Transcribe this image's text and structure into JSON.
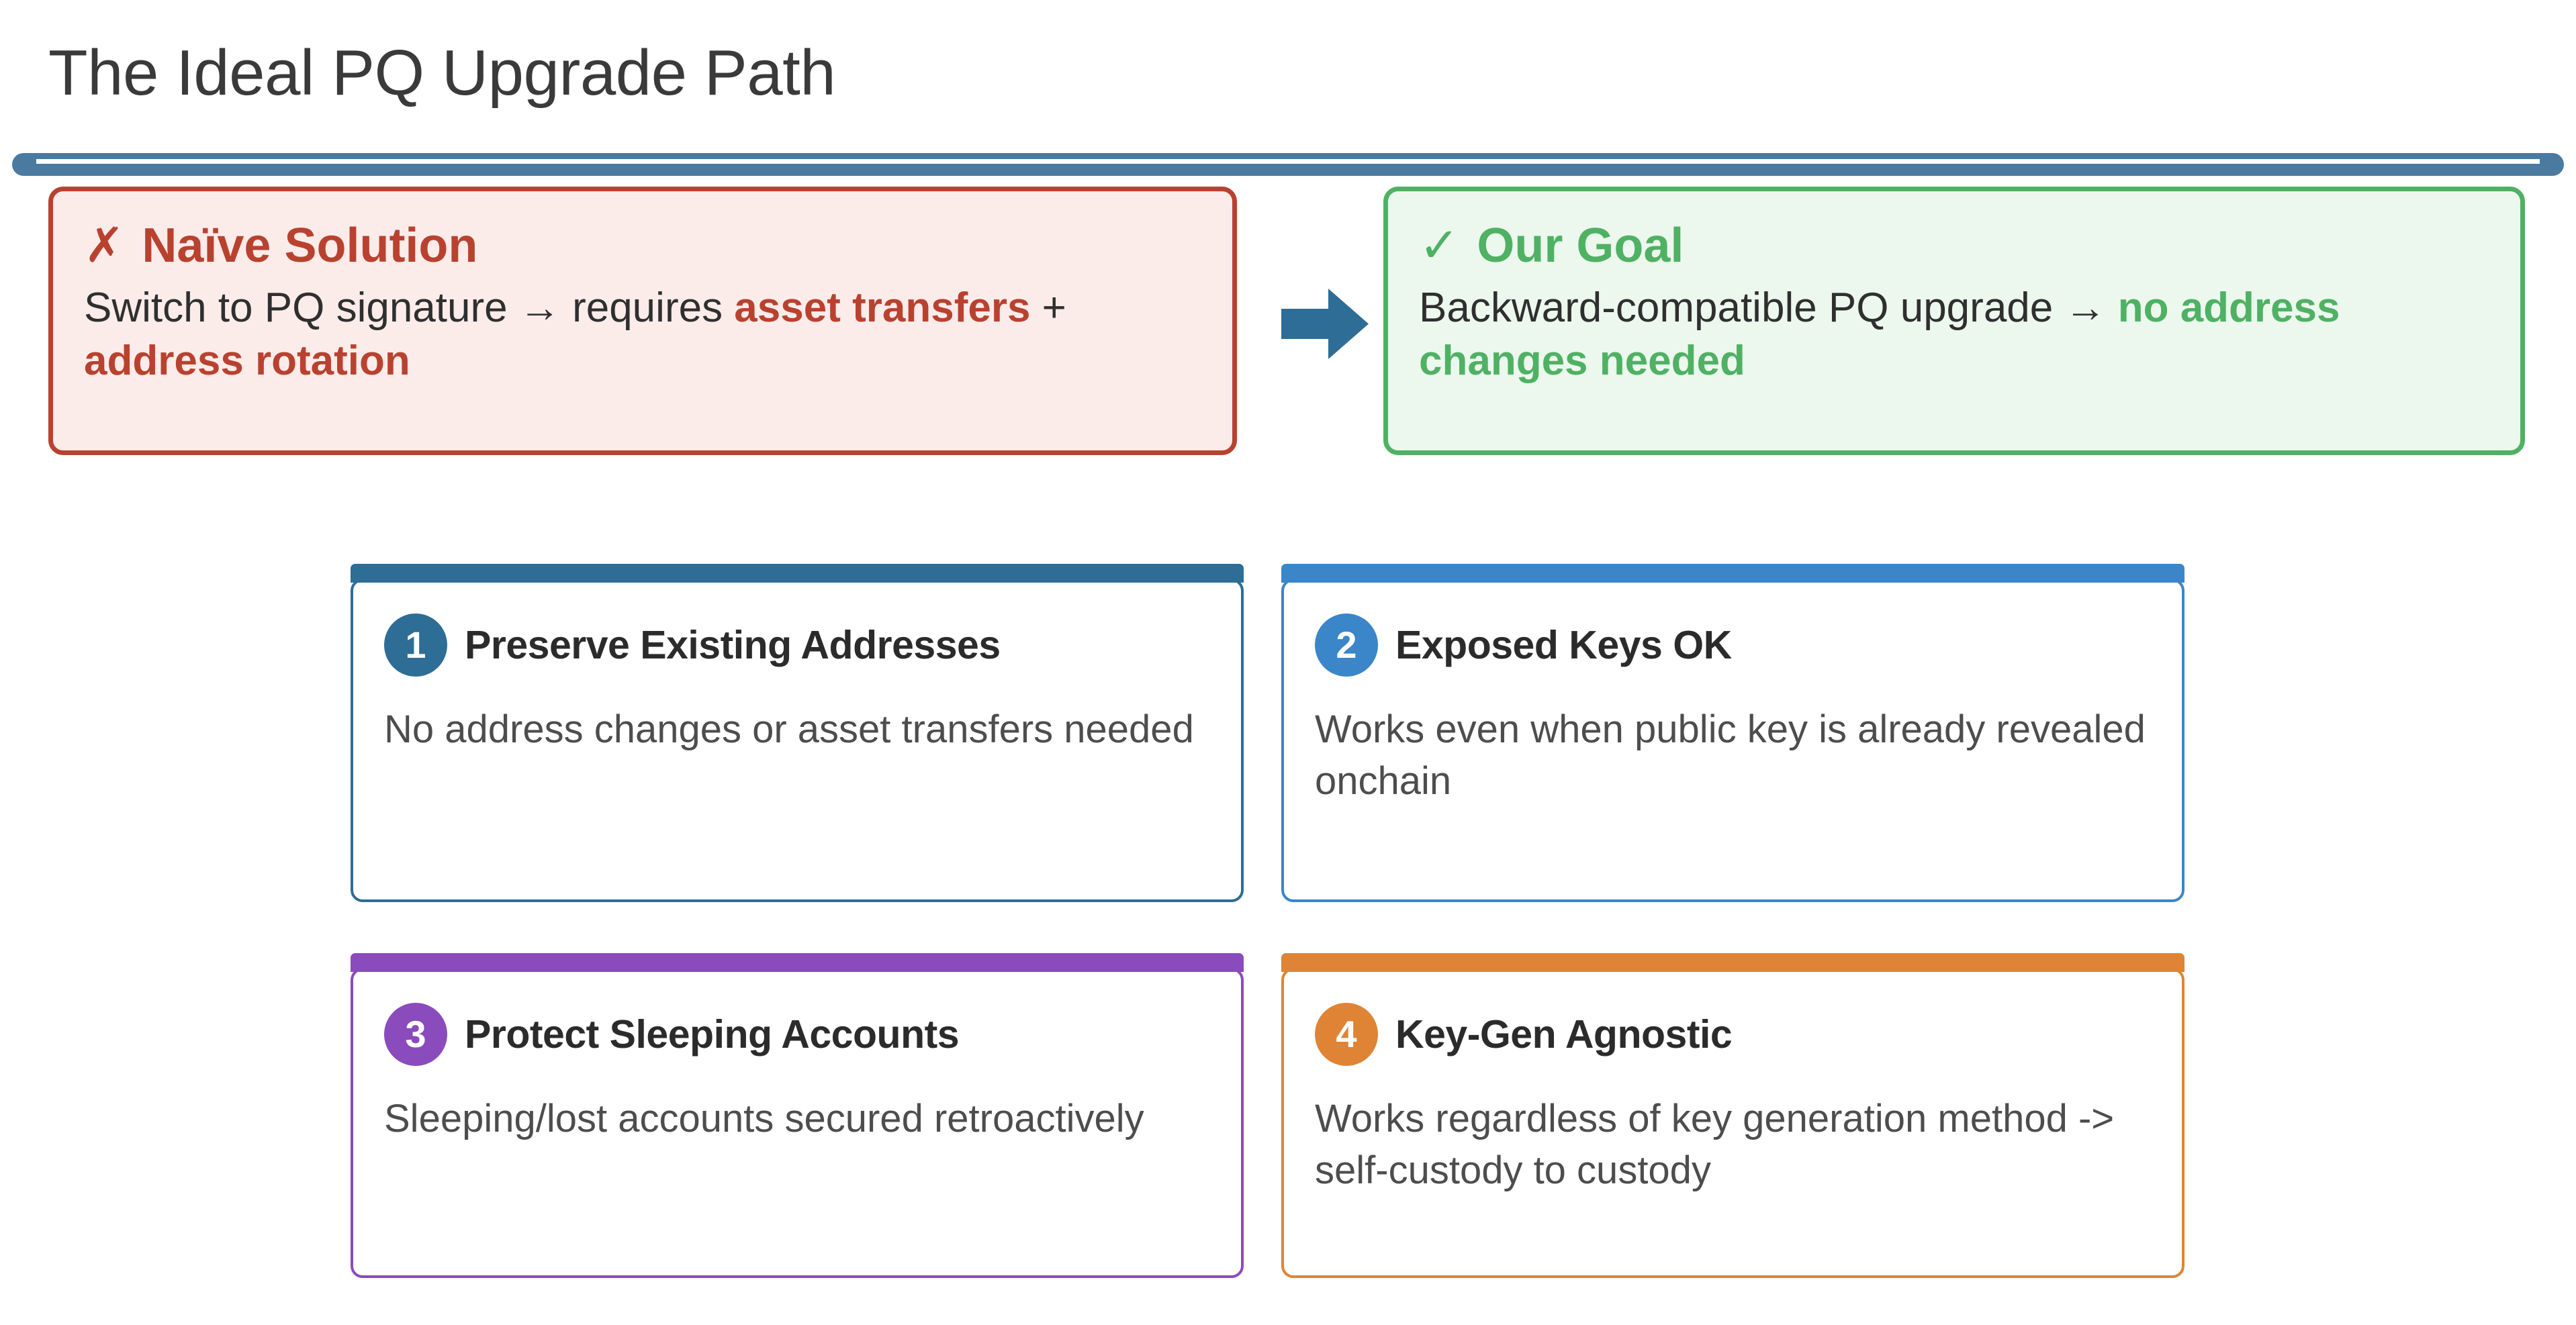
{
  "slide": {
    "title": "The Ideal PQ Upgrade Path"
  },
  "compare": {
    "naive": {
      "mark_icon": "cross-mark-icon",
      "mark": "✗",
      "heading": "Naïve Solution",
      "body_plain_1": "Switch to PQ signature → requires ",
      "body_highlight_1": "asset transfers",
      "body_plain_2": " + ",
      "body_highlight_2": "address rotation",
      "accent": "#b8422f",
      "background": "#fbecea"
    },
    "arrow": {
      "icon": "right-block-arrow-icon",
      "color": "#2d6d96"
    },
    "goal": {
      "mark_icon": "check-mark-icon",
      "mark": "✓",
      "heading": "Our Goal",
      "body_plain_1": "Backward-compatible PQ upgrade → ",
      "body_highlight_1": "no address changes needed",
      "accent": "#4fb163",
      "background": "#ecf7ee"
    }
  },
  "cards": [
    {
      "number": "1",
      "title": "Preserve Existing Addresses",
      "description": "No address changes or asset transfers needed",
      "accent": "#2d6d96"
    },
    {
      "number": "2",
      "title": "Exposed Keys OK",
      "description": "Works even when public key is already revealed onchain",
      "accent": "#3a86c8"
    },
    {
      "number": "3",
      "title": "Protect Sleeping Accounts",
      "description": "Sleeping/lost accounts secured retroactively",
      "accent": "#8a4bbd"
    },
    {
      "number": "4",
      "title": "Key-Gen Agnostic",
      "description": "Works regardless of key generation method -> self-custody to custody",
      "accent": "#df8435"
    }
  ],
  "decor": {
    "title_rule_color": "#4a7aa0"
  }
}
